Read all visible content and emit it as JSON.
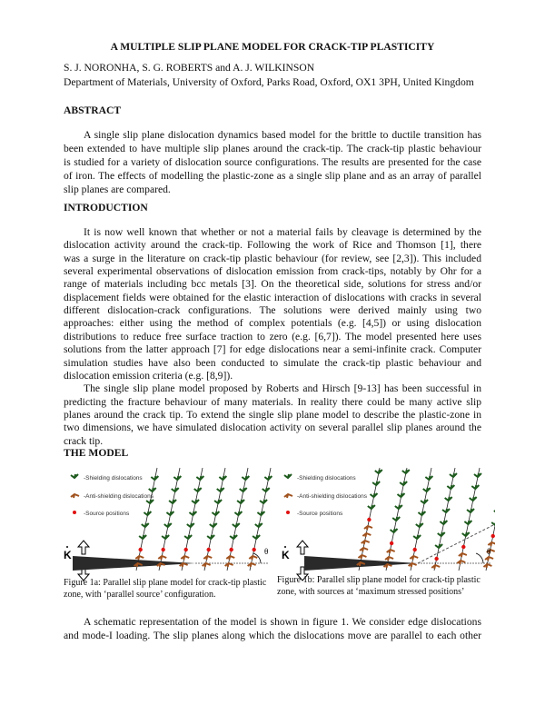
{
  "title": "A MULTIPLE SLIP PLANE MODEL FOR CRACK-TIP PLASTICITY",
  "authors": "S. J. NORONHA, S. G. ROBERTS and A. J. WILKINSON",
  "affiliation": "Department of Materials, University of Oxford, Parks Road, Oxford, OX1 3PH, United Kingdom",
  "abstract": {
    "heading": "ABSTRACT",
    "lines": [
      "A single slip plane dislocation dynamics based model for the brittle to ductile transition has",
      "been extended to have multiple slip planes around the crack-tip.  The crack-tip plastic behaviour",
      "is studied for a variety of dislocation source configurations. The results are presented for the case",
      "of iron. The effects of modelling the plastic-zone as a single slip plane and as an array of parallel",
      "slip planes are compared."
    ]
  },
  "introduction": {
    "heading": "INTRODUCTION",
    "lines": [
      "It is now well known that whether or not a material fails by cleavage is determined by the",
      "dislocation activity around the crack-tip.   Following the work of Rice and Thomson [1], there",
      "was a surge in the literature on crack-tip plastic behaviour (for review, see [2,3]).  This included",
      "several experimental observations of dislocation emission from crack-tips, notably by Ohr for a",
      "range of materials including bcc metals [3].  On the theoretical side, solutions for stress and/or",
      "displacement fields were obtained for the elastic interaction of dislocations with cracks in several",
      "different dislocation-crack configurations. The solutions were derived mainly using two",
      "approaches: either using the method of complex potentials (e.g. [4,5]) or using dislocation",
      "distributions to reduce free surface traction to zero (e.g. [6,7]).  The model presented here uses",
      "solutions from the latter approach [7] for edge dislocations near a semi-infinite crack.  Computer",
      "simulation studies have also been conducted to simulate the crack-tip plastic behaviour and",
      "dislocation emission criteria (e.g. [8,9]).",
      "The single slip plane model proposed by Roberts and Hirsch [9-13] has been successful in",
      "predicting the fracture behaviour of many materials.  In reality there could be many active slip",
      "planes around the crack tip.  To extend the single slip plane model to describe the plastic-zone in",
      "two dimensions, we have simulated dislocation activity on several parallel slip planes around the",
      "crack tip."
    ]
  },
  "model": {
    "heading": "THE MODEL",
    "lines": [
      "A schematic representation of the model is shown in figure 1. We consider edge dislocations",
      "and mode-I loading.  The slip planes along which the dislocations move are parallel to each other"
    ]
  },
  "figures": {
    "legend": {
      "shielding": "-Shielding dislocations",
      "antishielding": "-Anti-shielding dislocations",
      "sources": "-Source positions"
    },
    "k_label": "K",
    "theta": "θ",
    "colors": {
      "shielding": "#1e5a1e",
      "antishielding": "#a0521e",
      "source": "#e01010",
      "crack": "#2a2a2a"
    },
    "fig1a": {
      "caption": [
        "Figure 1a: Parallel slip plane model for crack-tip plastic",
        "zone, with ‘parallel source’ configuration."
      ]
    },
    "fig1b": {
      "caption": [
        "Figure 1b: Parallel slip plane model for crack-tip plastic",
        "zone, with sources at ‘maximum stressed positions’"
      ]
    }
  }
}
